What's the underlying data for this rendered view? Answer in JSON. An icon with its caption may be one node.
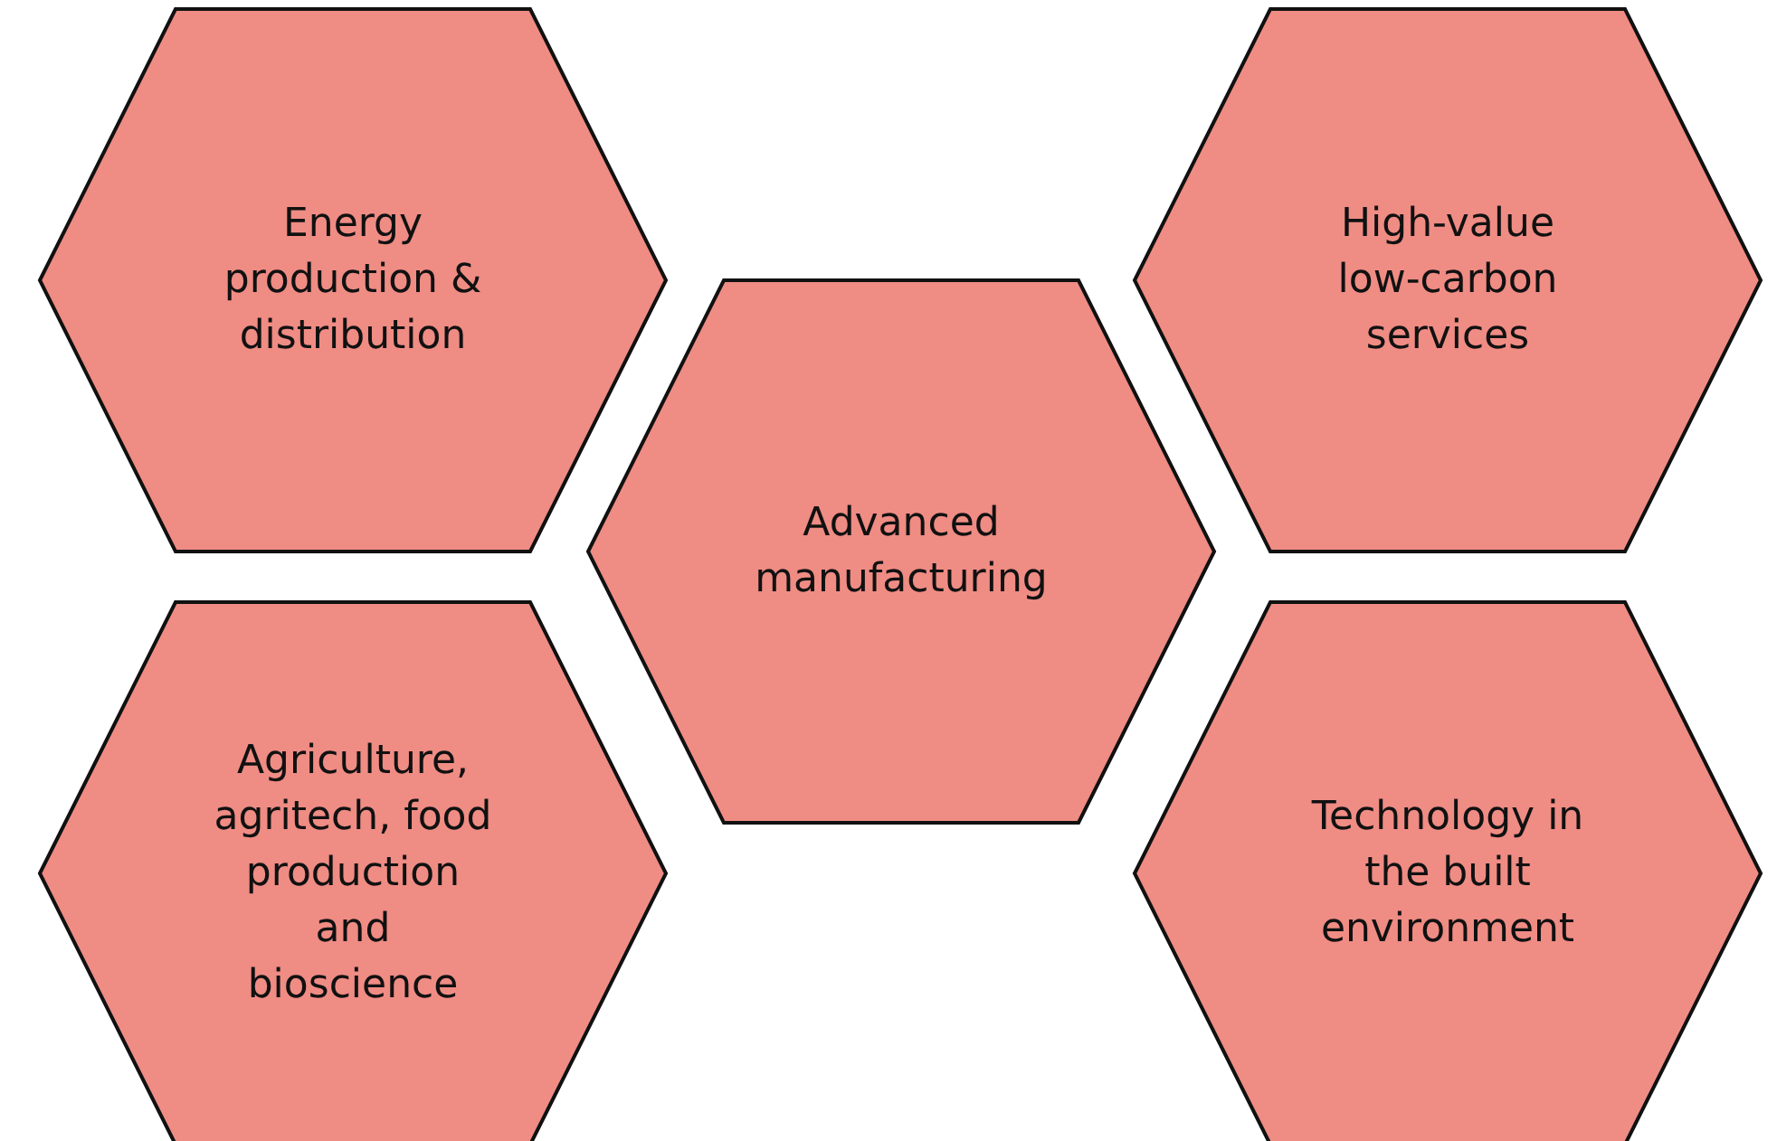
{
  "diagram": {
    "nodes": [
      {
        "text": [
          "Energy production & distribution"
        ]
      },
      {
        "text": [
          "High-value low-carbon services"
        ]
      },
      {
        "text": [
          "Advanced manufacturing"
        ]
      },
      {
        "text": [
          "Agriculture, agritech, food production and bioscience"
        ]
      },
      {
        "text": [
          "Technology in the built environment"
        ]
      }
    ]
  }
}
